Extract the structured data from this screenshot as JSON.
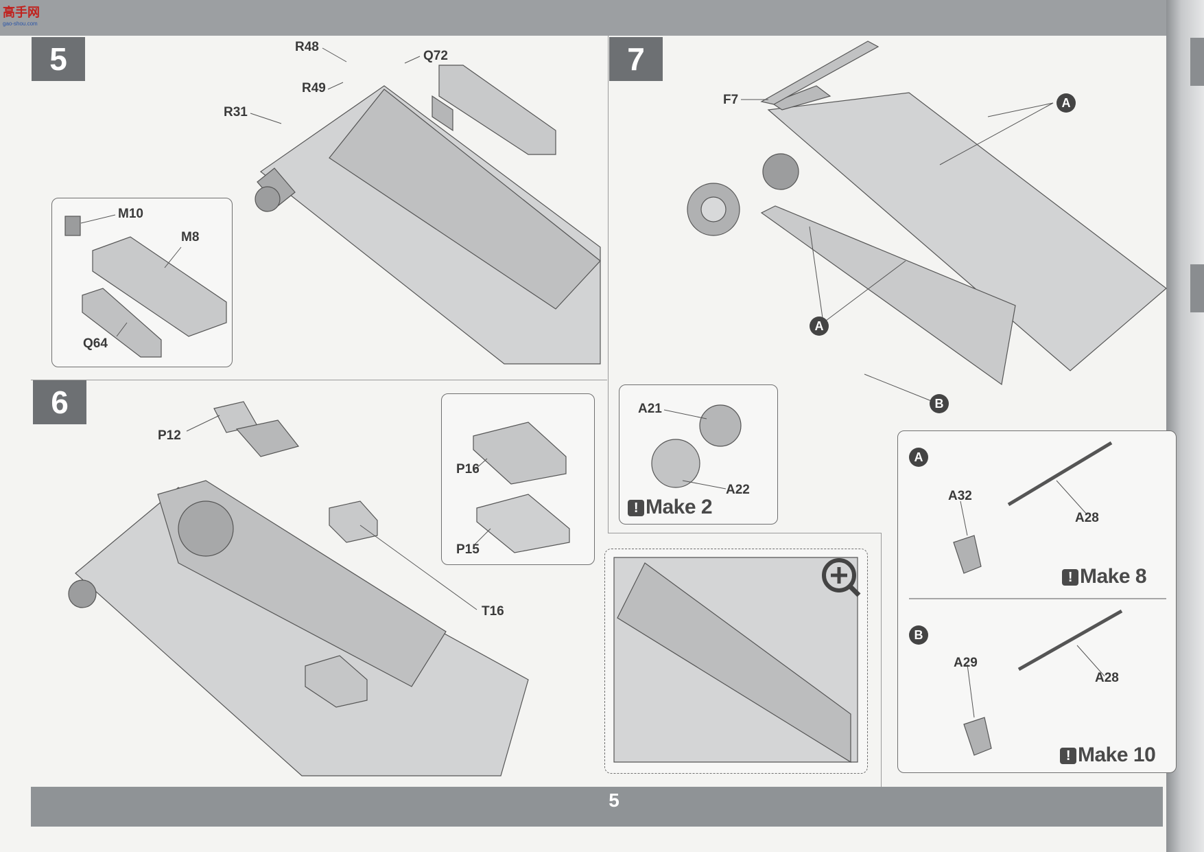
{
  "logo": {
    "text": "高手网",
    "sub": "gao-shou.com"
  },
  "page_number": "5",
  "steps": {
    "s5": {
      "number": "5",
      "labels": {
        "r48": "R48",
        "q72": "Q72",
        "r49": "R49",
        "r31": "R31",
        "m10": "M10",
        "m8": "M8",
        "q64": "Q64"
      }
    },
    "s6": {
      "number": "6",
      "labels": {
        "p12": "P12",
        "p16": "P16",
        "p15": "P15",
        "t16": "T16"
      }
    },
    "s7": {
      "number": "7",
      "labels": {
        "f7": "F7",
        "a_top": "A",
        "a_bottom": "A",
        "b_main": "B",
        "a21": "A21",
        "a22": "A22",
        "make2": "Make 2"
      }
    }
  },
  "sub_a": {
    "marker": "A",
    "a32": "A32",
    "a28": "A28",
    "make": "Make 8"
  },
  "sub_b": {
    "marker": "B",
    "a29": "A29",
    "a28": "A28",
    "make": "Make 10"
  },
  "icons": {
    "zoom": "zoom-in-icon",
    "attention": "exclamation-icon"
  }
}
